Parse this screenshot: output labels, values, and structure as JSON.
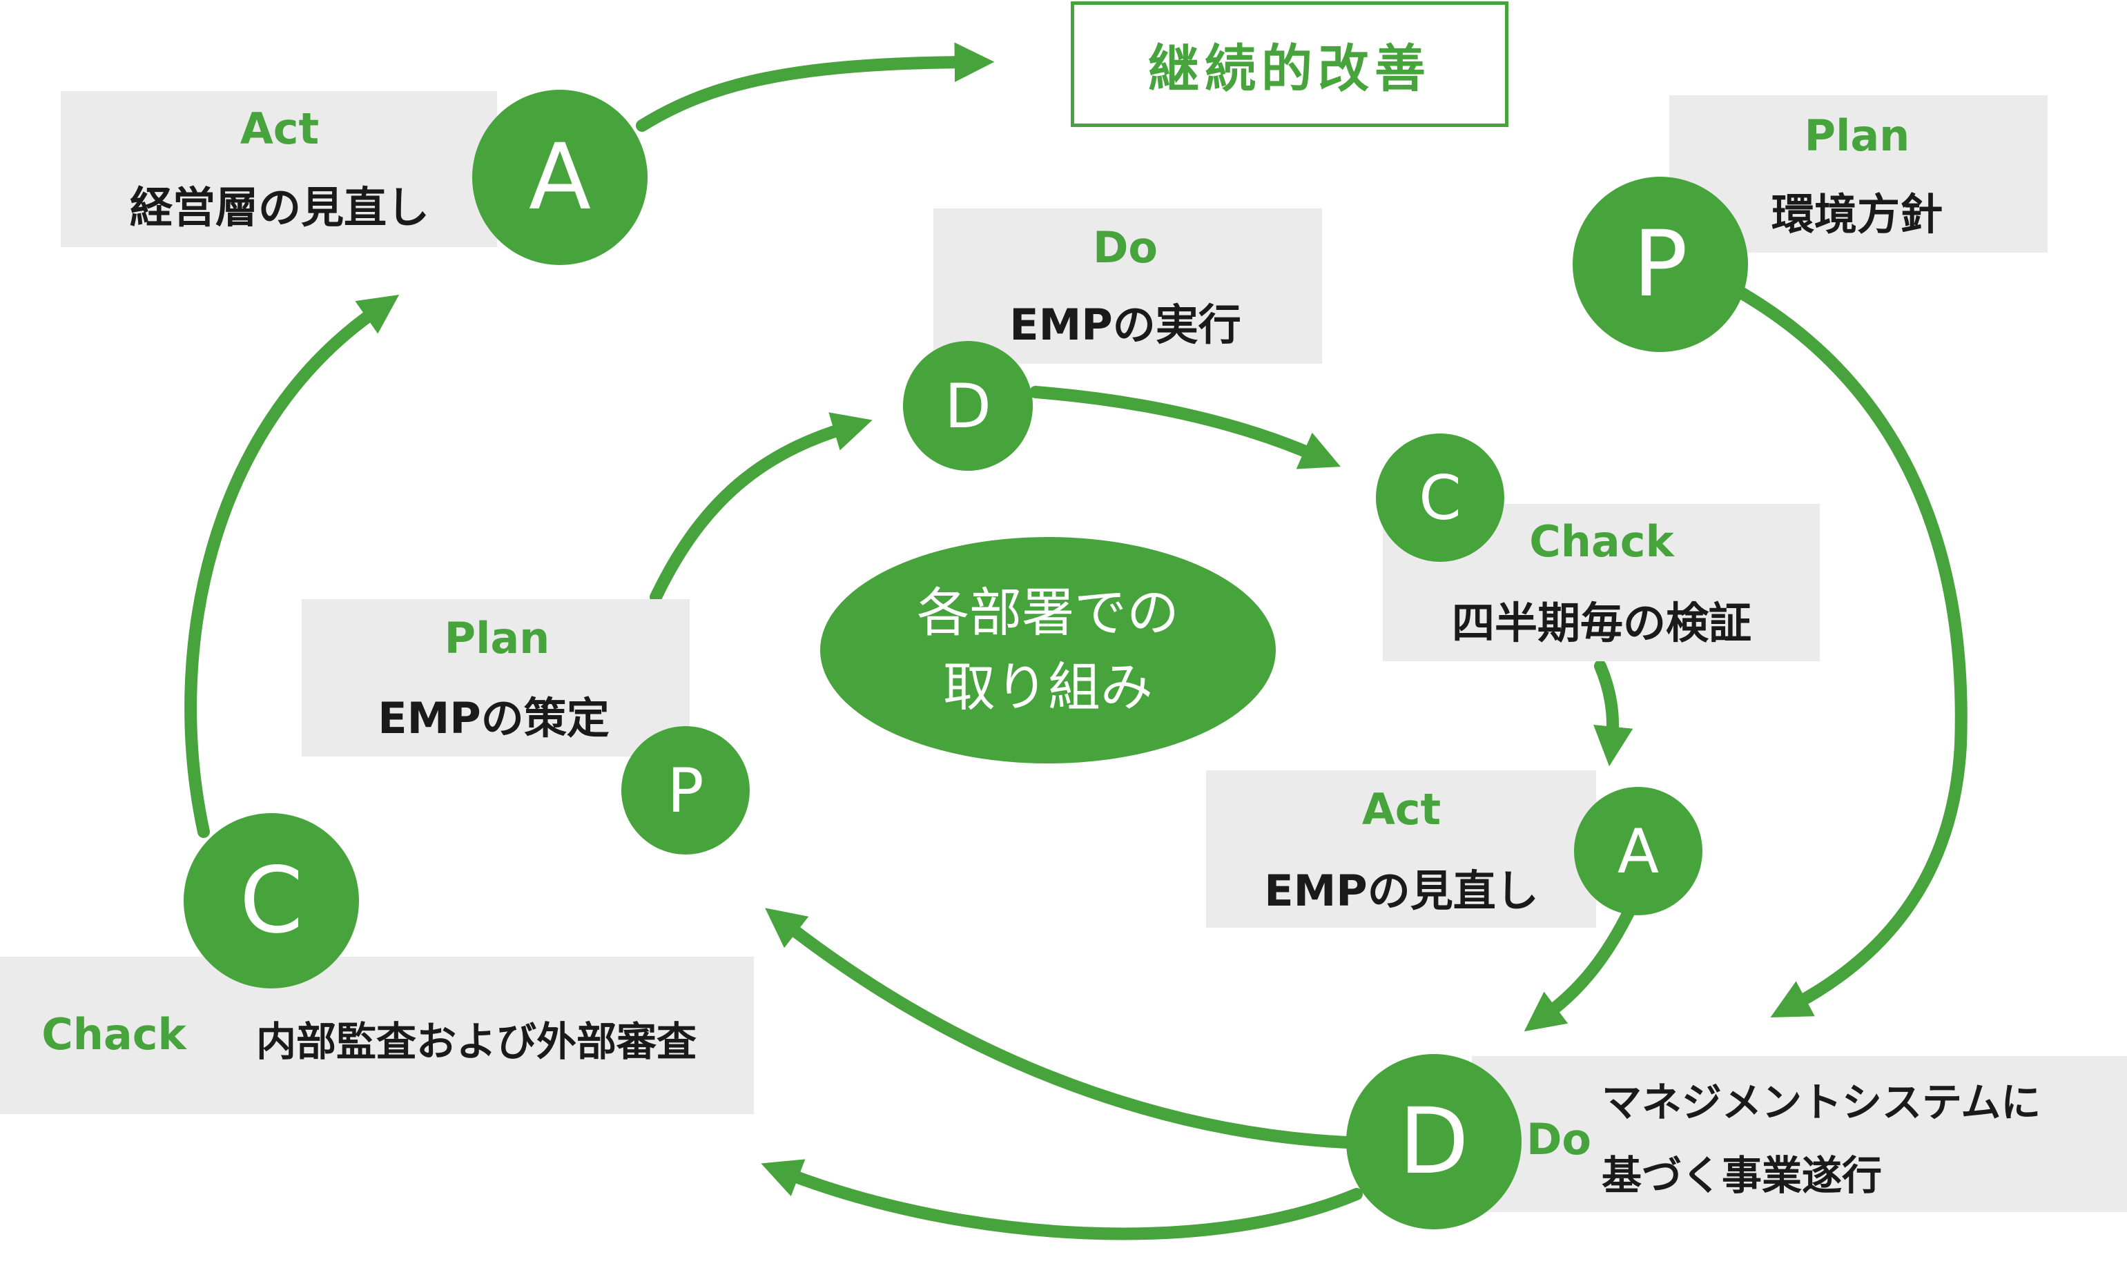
{
  "title": "継続的改善",
  "center": {
    "line1": "各部署での",
    "line2": "取り組み"
  },
  "outer_cycle": {
    "plan": {
      "letter": "P",
      "label": "Plan",
      "text": "環境方針"
    },
    "do": {
      "letter": "D",
      "label": "Do",
      "text_line1": "マネジメントシステムに",
      "text_line2": "基づく事業遂行"
    },
    "check": {
      "letter": "C",
      "label": "Chack",
      "text": "内部監査および外部審査"
    },
    "act": {
      "letter": "A",
      "label": "Act",
      "text": "経営層の見直し"
    }
  },
  "inner_cycle": {
    "plan": {
      "letter": "P",
      "label": "Plan",
      "text": "EMPの策定"
    },
    "do": {
      "letter": "D",
      "label": "Do",
      "text": "EMPの実行"
    },
    "check": {
      "letter": "C",
      "label": "Chack",
      "text": "四半期毎の検証"
    },
    "act": {
      "letter": "A",
      "label": "Act",
      "text": "EMPの見直し"
    }
  },
  "colors": {
    "accent": "#47a33c",
    "box": "#ebebeb",
    "text": "#1a1a1a"
  }
}
